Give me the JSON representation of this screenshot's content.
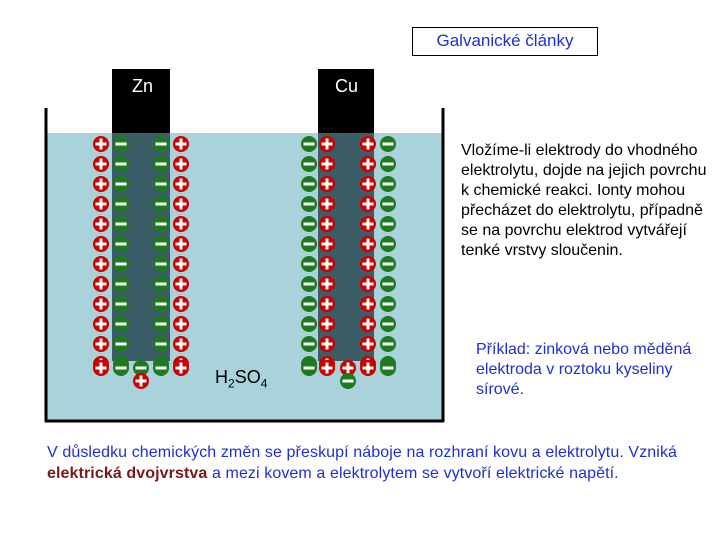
{
  "title": "Galvanické články",
  "electrodes": {
    "left": "Zn",
    "right": "Cu"
  },
  "electrolyte": {
    "main": "H",
    "sub1": "2",
    "mid": "SO",
    "sub2": "4"
  },
  "description": "Vložíme-li elektrody do vhodného elektrolytu, dojde na jejich povrchu k chemické reakci. Ionty mohou přecházet do elektrolytu, případně se na povrchu elektrod vytvářejí tenké vrstvy sloučenin.",
  "example": "Příklad: zinková nebo měděná elektroda v roztoku kyseliny sírové.",
  "conclusion": {
    "part1": "V důsledku chemických změn se přeskupí náboje na rozhraní kovu a elektrolytu. Vzniká ",
    "emph": "elektrická dvojvrstva",
    "part2": " a mezi kovem a elektrolytem se vytvoří elektrické napětí."
  },
  "colors": {
    "electrolyte": "#a9d2da",
    "electrode": "#3c5d66",
    "electrode_top": "#000000",
    "plus_ion": "#cc0000",
    "minus_ion": "#1e7a1e",
    "title_text": "#1f2fd6",
    "emphasis": "#7a1919"
  }
}
